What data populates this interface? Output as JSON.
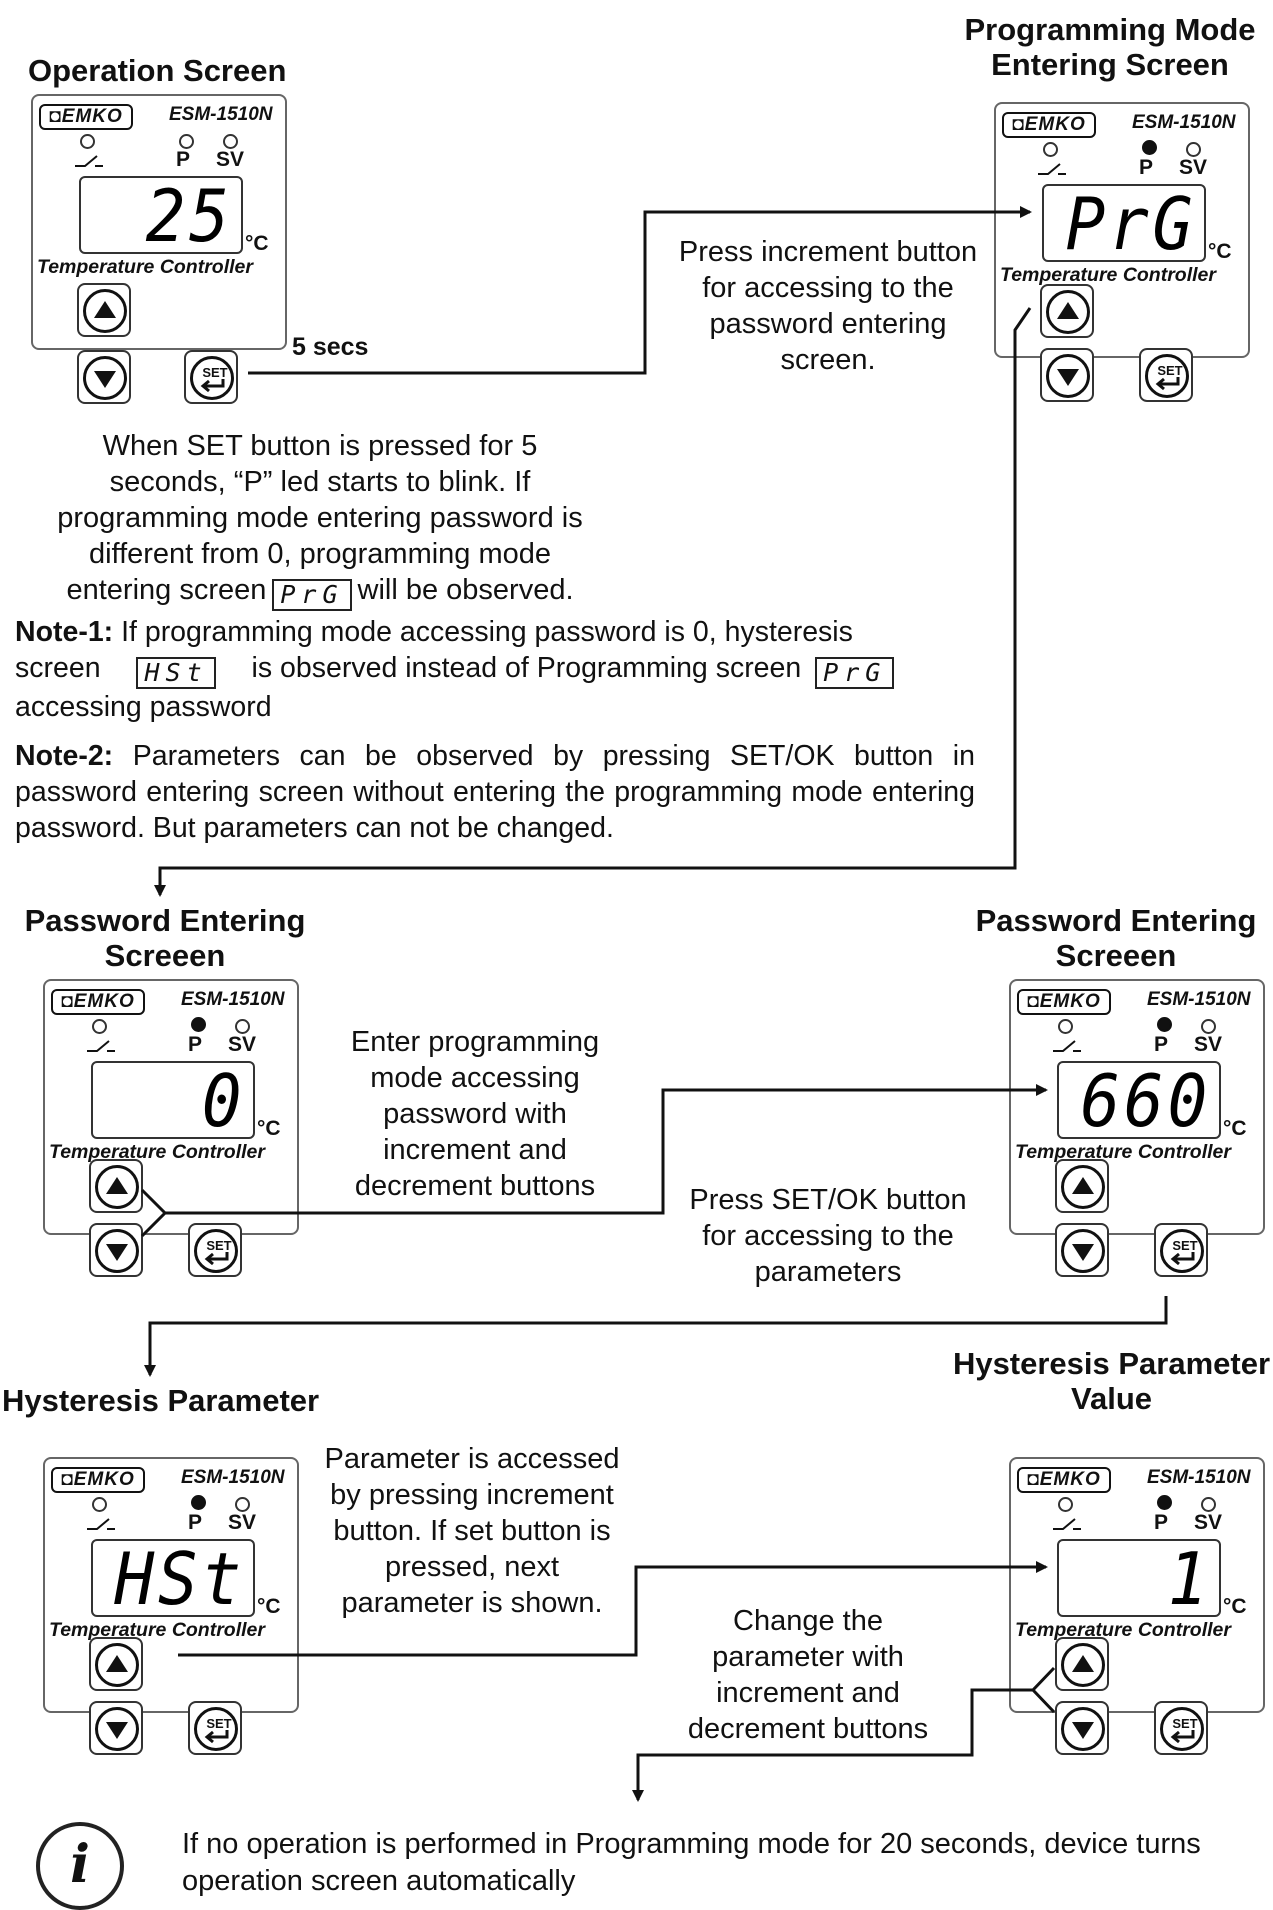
{
  "titles": {
    "operation": "Operation Screen",
    "prg_mode": [
      "Programming Mode",
      "Entering Screen"
    ],
    "password_left": [
      "Password Entering",
      "Screeen"
    ],
    "password_right": [
      "Password Entering",
      "Screeen"
    ],
    "hysteresis": "Hysteresis Parameter",
    "hysteresis_value": [
      "Hysteresis Parameter",
      "Value"
    ]
  },
  "device": {
    "brand": "EMKO",
    "model": "ESM-1510N",
    "caption": "Temperature Controller",
    "led_p": "P",
    "led_sv": "SV",
    "unit": "°C",
    "set_label": "SET"
  },
  "displays": {
    "operation": "25",
    "prg": "PrG",
    "password_left": "0",
    "password_right": "660",
    "hysteresis": "HSt",
    "hysteresis_value": "1"
  },
  "labels": {
    "five_secs": "5 secs",
    "press_increment": [
      "Press increment button",
      "for accessing to the",
      "password entering",
      "screen."
    ],
    "set_pressed": [
      "When SET button is pressed for 5",
      "seconds, “P” led starts to blink. If",
      "programming mode entering password is",
      "different from 0, programming mode"
    ],
    "set_pressed_last_a": "entering screen",
    "set_pressed_last_b": "will be observed.",
    "enter_password": [
      "Enter programming",
      "mode accessing",
      "password with",
      "increment and",
      "decrement buttons"
    ],
    "press_set_ok": [
      "Press SET/OK button",
      "for accessing to the",
      "parameters"
    ],
    "param_accessed": [
      "Parameter is accessed",
      "by pressing increment",
      "button.  If set button is",
      "pressed, next",
      "parameter is shown."
    ],
    "change_param": [
      "Change the",
      "parameter with",
      "increment and",
      "decrement buttons"
    ]
  },
  "notes": {
    "note1_label": "Note-1:",
    "note1_a": " If programming mode accessing password is 0, hysteresis",
    "note1_b": "screen",
    "note1_c": "is observed instead of Programming screen",
    "note1_d": "accessing password",
    "note2_label": "Note-2:",
    "note2_text": " Parameters can be observed by pressing SET/OK button in password entering screen without entering the programming mode entering password. But parameters can not be changed.",
    "inline_prg": "PrG",
    "inline_hst": "HSt"
  },
  "info": {
    "icon": "info-icon",
    "lines": [
      "If no operation is performed in Programming mode for 20 seconds, device turns",
      "operation screen automatically"
    ]
  }
}
